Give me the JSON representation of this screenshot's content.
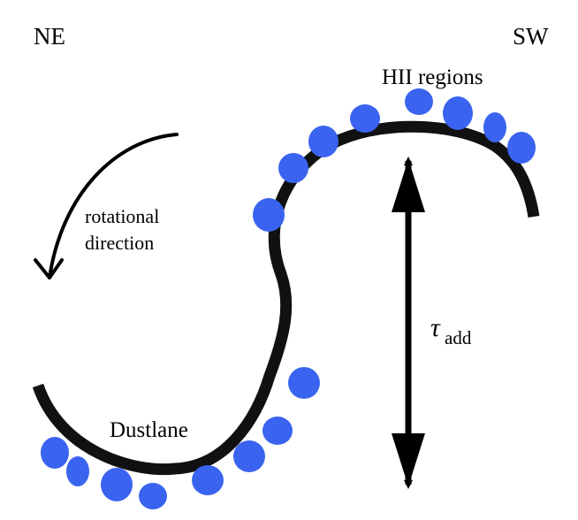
{
  "labels": {
    "ne": "NE",
    "sw": "SW",
    "hii": "HII regions",
    "rotation_line1": "rotational",
    "rotation_line2": "direction",
    "dustlane": "Dustlane",
    "tau_symbol": "τ",
    "tau_subscript": "add"
  },
  "colors": {
    "dustlane": "#111111",
    "hii_regions": "#3a64ef",
    "arrows": "#000000",
    "background": "#ffffff"
  }
}
